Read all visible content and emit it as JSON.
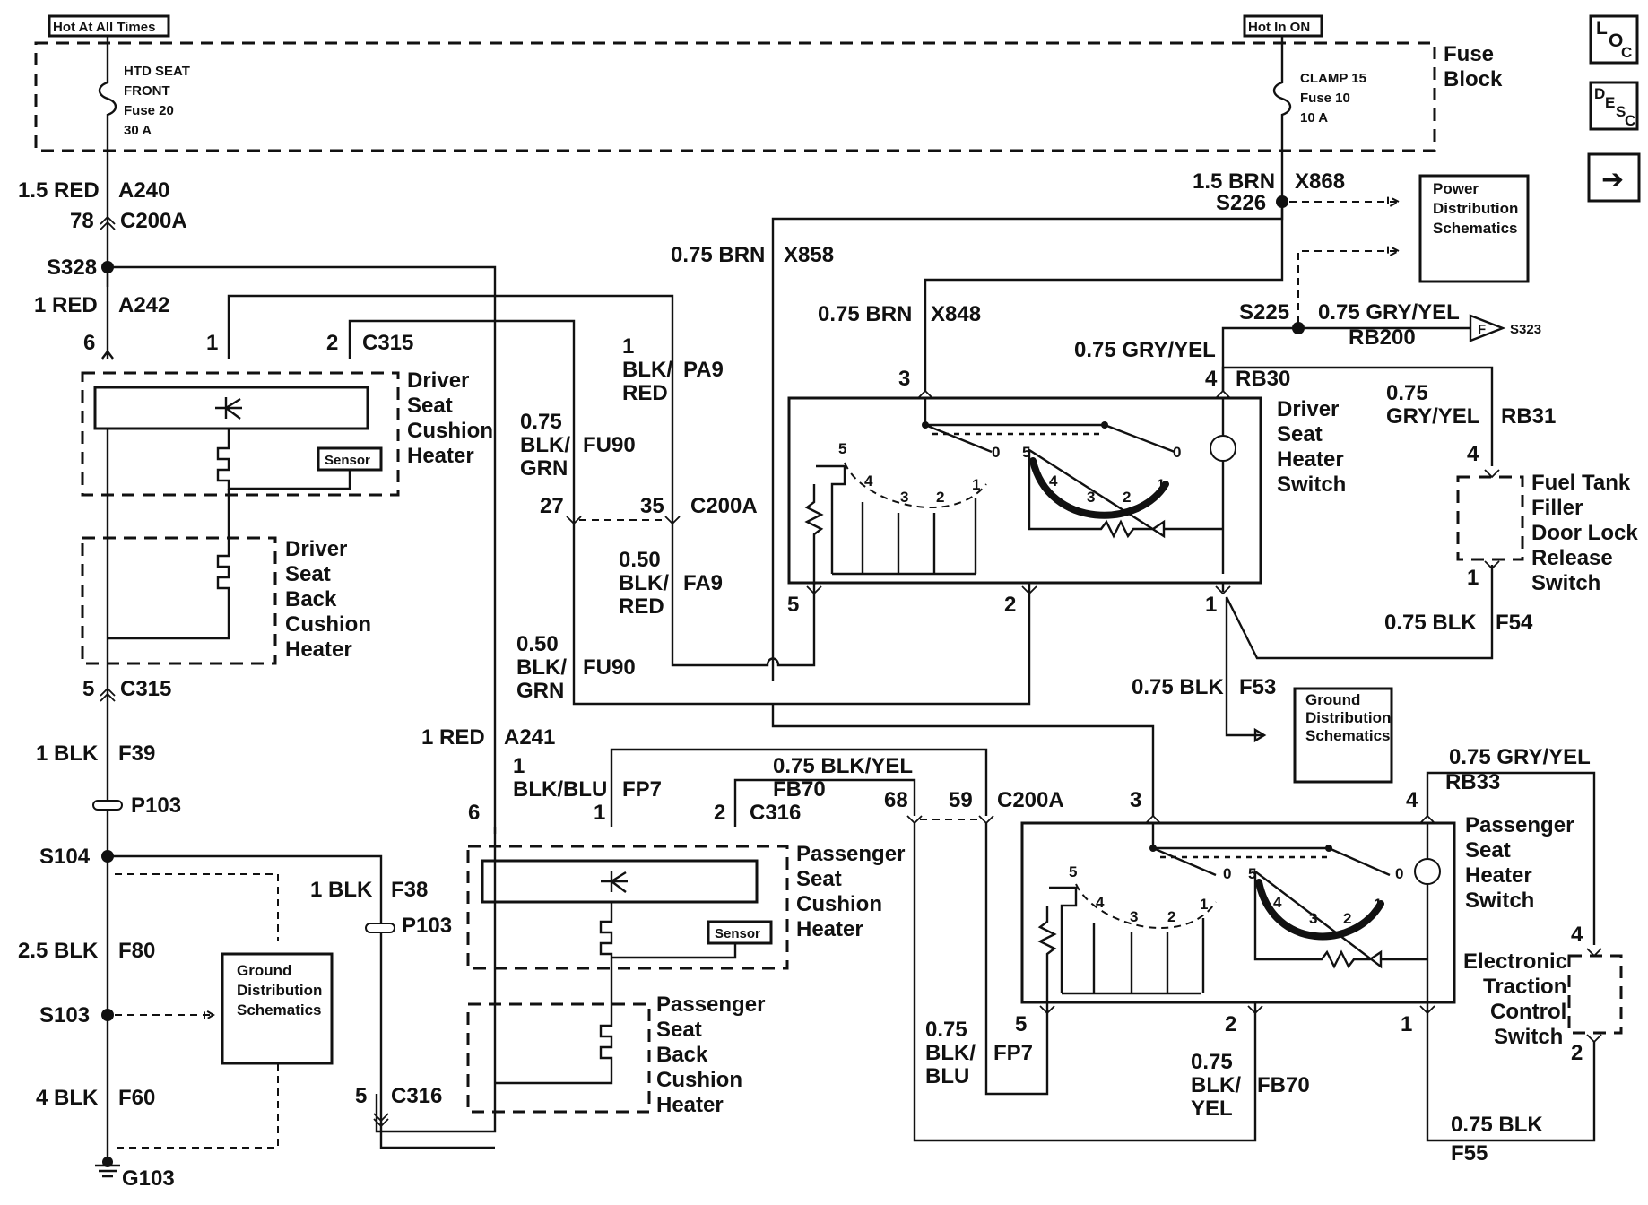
{
  "labels": {
    "hot_at_all_times": "Hot At All Times",
    "hot_in_on": "Hot In ON",
    "fuse_block_1": "Fuse",
    "fuse_block_2": "Block",
    "htd_seat_1": "HTD SEAT",
    "htd_seat_2": "FRONT",
    "htd_seat_3": "Fuse 20",
    "htd_seat_4": "30 A",
    "clamp_1": "CLAMP 15",
    "clamp_2": "Fuse 10",
    "clamp_3": "10 A",
    "w_15red": "1.5 RED",
    "c_a240": "A240",
    "n_78": "78",
    "c_c200a_1": "C200A",
    "s328": "S328",
    "w_1red": "1 RED",
    "c_a242": "A242",
    "n_6a": "6",
    "n_1a": "1",
    "n_2a": "2",
    "c_c315a": "C315",
    "dsc_1": "Driver",
    "dsc_2": "Seat",
    "dsc_3": "Cushion",
    "dsc_4": "Heater",
    "sensor_a": "Sensor",
    "dsb_1": "Driver",
    "dsb_2": "Seat",
    "dsb_3": "Back",
    "dsb_4": "Cushion",
    "dsb_5": "Heater",
    "n_5a": "5",
    "c_c315b": "C315",
    "w_1blk_a": "1 BLK",
    "c_f39": "F39",
    "p103_a": "P103",
    "s104": "S104",
    "w_25blk": "2.5 BLK",
    "c_f80": "F80",
    "s103": "S103",
    "w_4blk": "4 BLK",
    "c_f60": "F60",
    "g103": "G103",
    "gnd_a_1": "Ground",
    "gnd_a_2": "Distribution",
    "gnd_a_3": "Schematics",
    "w_1blk_b": "1 BLK",
    "c_f38": "F38",
    "p103_b": "P103",
    "n_5b": "5",
    "c_c316b": "C316",
    "w_1_pa9": "1",
    "w_blk_pa9": "BLK/",
    "w_red_pa9": "RED",
    "c_pa9": "PA9",
    "w_075_fu90": "0.75",
    "w_blk_fu90": "BLK/",
    "w_grn_fu90": "GRN",
    "c_fu90a": "FU90",
    "n_27": "27",
    "n_35": "35",
    "c_c200a_2": "C200A",
    "w_050_fa9": "0.50",
    "w_blk_fa9": "BLK/",
    "w_red_fa9": "RED",
    "c_fa9": "FA9",
    "w_050_fu90": "0.50",
    "w_blk_fu90b": "BLK/",
    "w_grn_fu90b": "GRN",
    "c_fu90b": "FU90",
    "w_1red_b": "1 RED",
    "c_a241": "A241",
    "w_075brn_x858": "0.75 BRN",
    "c_x858": "X858",
    "w_15brn": "1.5 BRN",
    "c_x868": "X868",
    "s226": "S226",
    "pds_1": "Power",
    "pds_2": "Distribution",
    "pds_3": "Schematics",
    "w_075brn_x848": "0.75 BRN",
    "c_x848": "X848",
    "s225": "S225",
    "w_075gy_top": "0.75 GRY/YEL",
    "c_rb200": "RB200",
    "s323": "S323",
    "flag_f": "F",
    "w_075gy_rb30": "0.75 GRY/YEL",
    "c_rb30": "RB30",
    "n_3a": "3",
    "n_4a": "4",
    "dshs_1": "Driver",
    "dshs_2": "Seat",
    "dshs_3": "Heater",
    "dshs_4": "Switch",
    "w_075_rb31": "0.75",
    "w_gy_rb31": "GRY/YEL",
    "c_rb31": "RB31",
    "n_4b": "4",
    "ft_1": "Fuel Tank",
    "ft_2": "Filler",
    "ft_3": "Door Lock",
    "ft_4": "Release",
    "ft_5": "Switch",
    "n_1b": "1",
    "w_075blk_f54": "0.75 BLK",
    "c_f54": "F54",
    "n_5c": "5",
    "n_2c": "2",
    "n_1c": "1",
    "w_075blk_f53": "0.75 BLK",
    "c_f53": "F53",
    "gnd_b_1": "Ground",
    "gnd_b_2": "Distribution",
    "gnd_b_3": "Schematics",
    "w_1_fp7": "1",
    "w_blkblu": "BLK/BLU",
    "c_fp7": "FP7",
    "w_075blkyel": "0.75 BLK/YEL",
    "c_fb70": "FB70",
    "n_6b": "6",
    "n_1d": "1",
    "n_2d": "2",
    "c_c316a": "C316",
    "n_68": "68",
    "n_59": "59",
    "c_c200a_3": "C200A",
    "psc_1": "Passenger",
    "psc_2": "Seat",
    "psc_3": "Cushion",
    "psc_4": "Heater",
    "sensor_b": "Sensor",
    "psb_1": "Passenger",
    "psb_2": "Seat",
    "psb_3": "Back",
    "psb_4": "Cushion",
    "psb_5": "Heater",
    "n_3b": "3",
    "n_4c": "4",
    "w_075gy_rb33": "0.75 GRY/YEL",
    "c_rb33": "RB33",
    "pshs_1": "Passenger",
    "pshs_2": "Seat",
    "pshs_3": "Heater",
    "pshs_4": "Switch",
    "etc_1": "Electronic",
    "etc_2": "Traction",
    "etc_3": "Control",
    "etc_4": "Switch",
    "n_4d": "4",
    "n_2e": "2",
    "n_5d": "5",
    "n_2f": "2",
    "n_1e": "1",
    "w_075_fp7b": "0.75",
    "w_blk_fp7b": "BLK/",
    "w_blu_fp7b": "BLU",
    "c_fp7b": "FP7",
    "w_075_fb70b": "0.75",
    "w_blk_fb70b": "BLK/",
    "w_yel_fb70b": "YEL",
    "c_fb70b": "FB70",
    "w_075blk_f55": "0.75 BLK",
    "c_f55": "F55",
    "sw_0": "0",
    "sw_1": "1",
    "sw_2": "2",
    "sw_3": "3",
    "sw_4": "4",
    "sw_5": "5"
  },
  "nav": {
    "loc_l": "L",
    "loc_o": "O",
    "loc_c": "C",
    "desc_d": "D",
    "desc_e": "E",
    "desc_s": "S",
    "desc_c": "C",
    "arrow": "➔"
  }
}
